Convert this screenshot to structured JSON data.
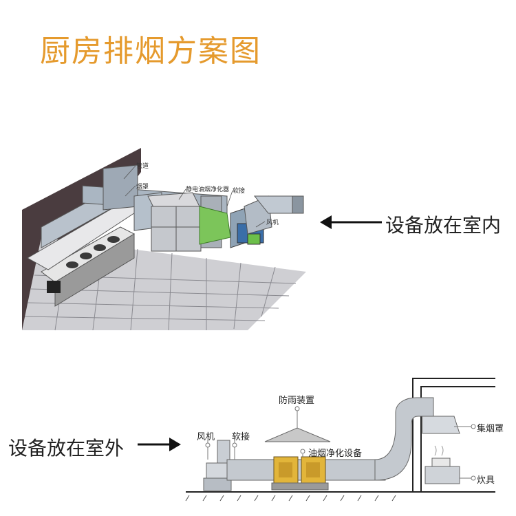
{
  "title": "厨房排烟方案图",
  "indoor": {
    "caption": "设备放在室内",
    "labels": {
      "duct": "管道",
      "hood": "烟罩",
      "esp": "静电油烟净化器",
      "flex": "软接",
      "fan": "风机"
    }
  },
  "outdoor": {
    "caption": "设备放在室外",
    "labels": {
      "rain_cover": "防雨装置",
      "fan": "风机",
      "flex": "软接",
      "purifier": "油烟净化设备",
      "hood": "集烟罩",
      "stove": "炊具"
    }
  }
}
